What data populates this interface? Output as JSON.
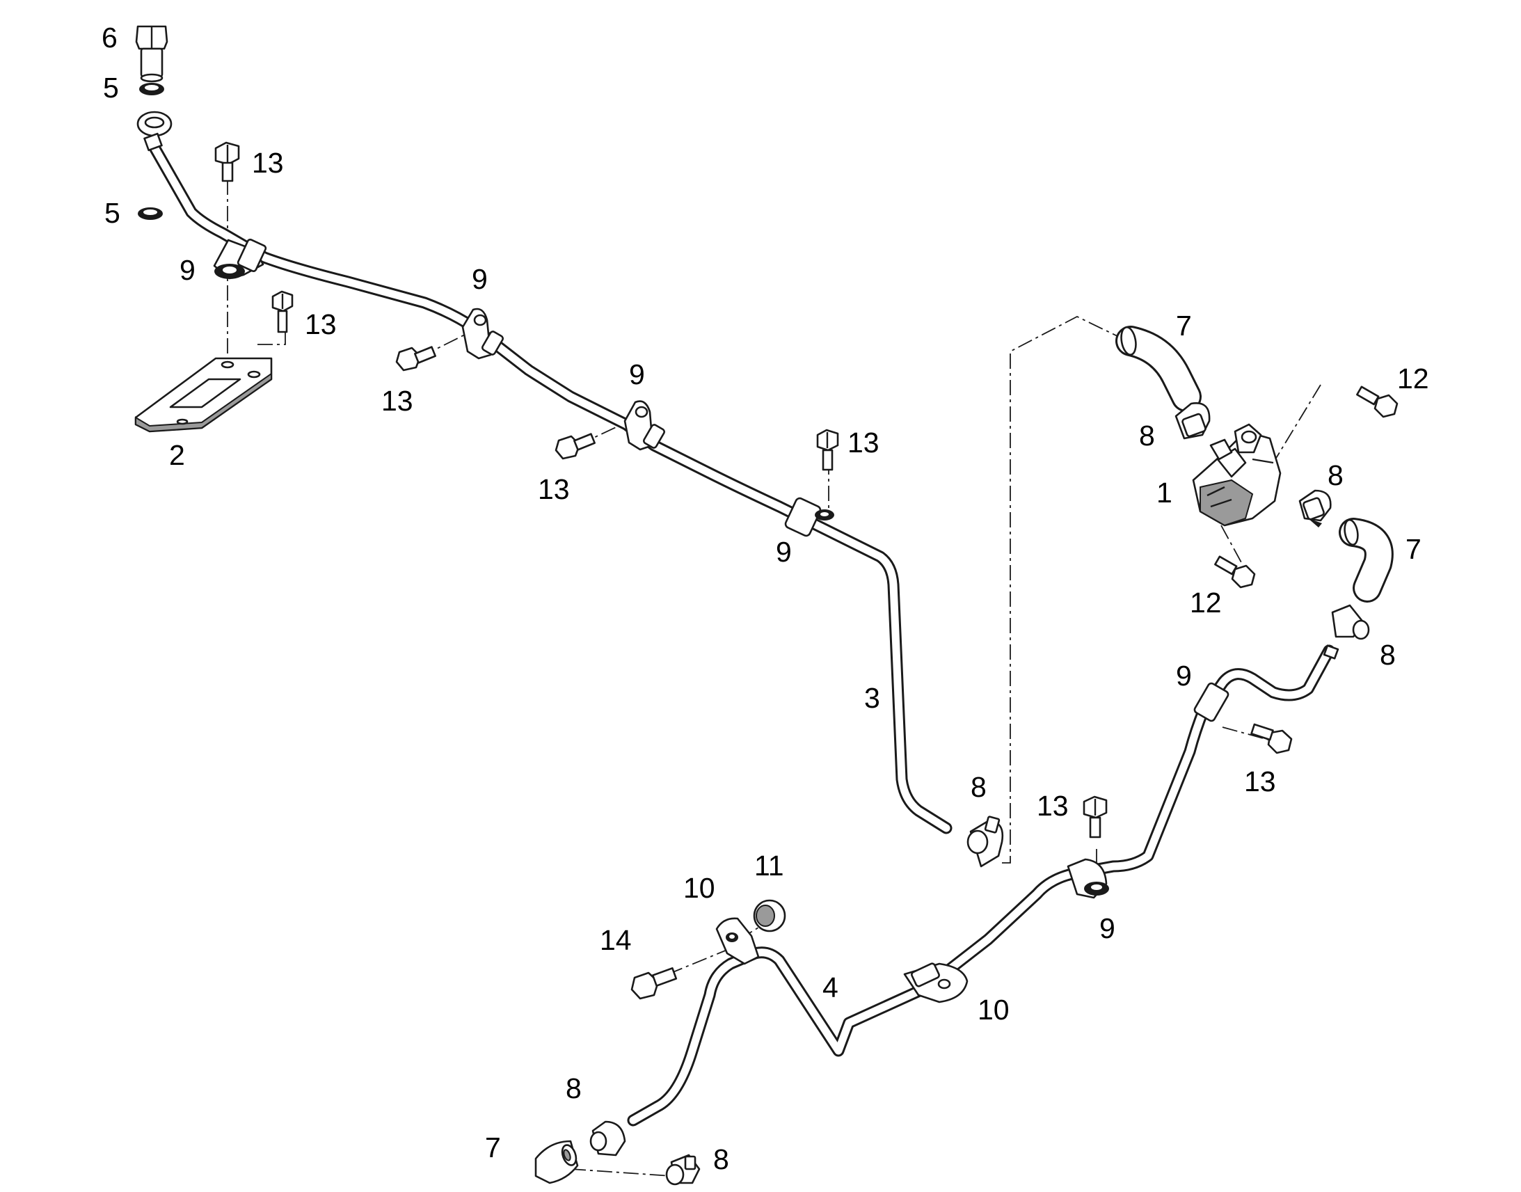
{
  "callouts": [
    {
      "id": "c6",
      "text": "6"
    },
    {
      "id": "c5a",
      "text": "5"
    },
    {
      "id": "c5b",
      "text": "5"
    },
    {
      "id": "c13a",
      "text": "13"
    },
    {
      "id": "c9a",
      "text": "9"
    },
    {
      "id": "c13b",
      "text": "13"
    },
    {
      "id": "c2",
      "text": "2"
    },
    {
      "id": "c9b",
      "text": "9"
    },
    {
      "id": "c13c",
      "text": "13"
    },
    {
      "id": "c9c",
      "text": "9"
    },
    {
      "id": "c13d",
      "text": "13"
    },
    {
      "id": "c13e",
      "text": "13"
    },
    {
      "id": "c9d",
      "text": "9"
    },
    {
      "id": "c3",
      "text": "3"
    },
    {
      "id": "c8a",
      "text": "8"
    },
    {
      "id": "c7a",
      "text": "7"
    },
    {
      "id": "c8b",
      "text": "8"
    },
    {
      "id": "c12a",
      "text": "12"
    },
    {
      "id": "c8c",
      "text": "8"
    },
    {
      "id": "c1",
      "text": "1"
    },
    {
      "id": "c7b",
      "text": "7"
    },
    {
      "id": "c12b",
      "text": "12"
    },
    {
      "id": "c8d",
      "text": "8"
    },
    {
      "id": "c9e",
      "text": "9"
    },
    {
      "id": "c13f",
      "text": "13"
    },
    {
      "id": "c13g",
      "text": "13"
    },
    {
      "id": "c9f",
      "text": "9"
    },
    {
      "id": "c11",
      "text": "11"
    },
    {
      "id": "c10a",
      "text": "10"
    },
    {
      "id": "c14",
      "text": "14"
    },
    {
      "id": "c4",
      "text": "4"
    },
    {
      "id": "c10b",
      "text": "10"
    },
    {
      "id": "c8e",
      "text": "8"
    },
    {
      "id": "c7c",
      "text": "7"
    },
    {
      "id": "c8f",
      "text": "8"
    }
  ]
}
